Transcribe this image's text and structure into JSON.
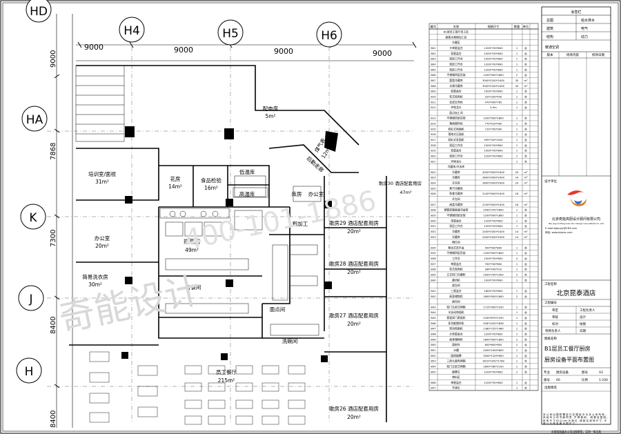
{
  "grid": {
    "top_labels": [
      "HD",
      "H4",
      "H5",
      "H6"
    ],
    "left_labels": [
      "HA",
      "K",
      "J",
      "H"
    ],
    "top_dims": [
      "9000",
      "9000",
      "9000",
      "9000"
    ],
    "left_dims": [
      "9000",
      "7868",
      "7300",
      "8400",
      "8400"
    ]
  },
  "rooms": [
    {
      "name": "培训室/面视",
      "area": "31m²"
    },
    {
      "name": "办公室",
      "area": "20m²"
    },
    {
      "name": "简易洗衣房",
      "area": "30m²"
    },
    {
      "name": "花房",
      "area": "14m²"
    },
    {
      "name": "食品检验",
      "area": "16m²"
    },
    {
      "name": "低温库",
      "area": ""
    },
    {
      "name": "高温库",
      "area": ""
    },
    {
      "name": "配电房",
      "area": "5m²"
    },
    {
      "name": "煤气表",
      "area": "12m²"
    },
    {
      "name": "后勤走廊",
      "area": ""
    },
    {
      "name": "库房",
      "area": ""
    },
    {
      "name": "办公室",
      "area": ""
    },
    {
      "name": "歌房30 酒店配套用房",
      "area": "47m²"
    },
    {
      "name": "歌房29 酒店配套用房",
      "area": "20m²"
    },
    {
      "name": "热烹间",
      "area": "49m²"
    },
    {
      "name": "粗加工",
      "area": ""
    },
    {
      "name": "歌房28 酒店配套用房",
      "area": "20m²"
    },
    {
      "name": "备餐间",
      "area": ""
    },
    {
      "name": "面点间",
      "area": ""
    },
    {
      "name": "歌房27 酒店配套用房",
      "area": "20m²"
    },
    {
      "name": "洗碗间",
      "area": ""
    },
    {
      "name": "员工餐厅",
      "area": "215m²"
    },
    {
      "name": "歌房26 酒店配套用房",
      "area": "20m²"
    }
  ],
  "watermark": {
    "text": "奇能设计",
    "phone": "400-101-1886"
  },
  "schedule": {
    "headers": [
      "编号",
      "名称",
      "规格尺寸",
      "数量",
      "单位"
    ],
    "rows": [
      [
        "",
        "B1层员工餐厅员工区",
        "",
        "",
        ""
      ],
      [
        "",
        "蔬菜水果粗加工区",
        "",
        "",
        ""
      ],
      [
        "",
        "冷藏区",
        "",
        "",
        ""
      ],
      [
        "B01",
        "大单星盆台",
        "1200*700*800",
        "1",
        "台"
      ],
      [
        "B02",
        "双星盆台",
        "1500*700*800",
        "1",
        "台"
      ],
      [
        "B03",
        "双层工作台",
        "1500*700*800",
        "1",
        "台"
      ],
      [
        "B04",
        "双层工作台",
        "1200*700*800",
        "1",
        "台"
      ],
      [
        "B05",
        "双层工作台",
        "1200*700*800",
        "1",
        "台"
      ],
      [
        "B06",
        "不锈钢四层货架",
        "1200*500*1800",
        "2",
        "台"
      ],
      [
        "B07",
        "蔬菜冷藏库",
        "3000*2200*2400",
        "30",
        "m³"
      ],
      [
        "B08",
        "水果冷藏库",
        "3000*2200*2400",
        "30",
        "m³"
      ],
      [
        "B09",
        "双星盆台",
        "1500*700*800",
        "1",
        "台"
      ],
      [
        "B10",
        "柱式绞肉机",
        "220*320*430",
        "1",
        "台"
      ],
      [
        "B11",
        "去皮去壳机",
        "470*490*765",
        "1",
        "台"
      ],
      [
        "B12",
        "冲地龙头",
        "4.5m",
        "1",
        "台"
      ],
      [
        "",
        "面点加工间",
        "",
        "",
        ""
      ],
      [
        "B13",
        "不锈钢四层货架",
        "1200*500*1800",
        "1",
        "台"
      ],
      [
        "B14",
        "落地搅拌机",
        "770*510*900",
        "1",
        "台"
      ],
      [
        "B15",
        "双缸式和面机",
        "710*700*900",
        "1",
        "台"
      ],
      [
        "B16",
        "落地式压面机",
        "",
        "1",
        "台"
      ],
      [
        "B17",
        "双缸式发面机",
        "590*700*1500",
        "1",
        "台"
      ],
      [
        "B18",
        "双层工作台",
        "1500*700*800",
        "1",
        "台"
      ],
      [
        "B19",
        "双星盆台",
        "1500*700*800",
        "1",
        "台"
      ],
      [
        "B20",
        "双层工作台",
        "1200*700*800",
        "1",
        "台"
      ],
      [
        "B21",
        "冲地龙头",
        "",
        "1",
        "台"
      ],
      [
        "",
        "冷藏库/冷冻库",
        "",
        "",
        ""
      ],
      [
        "B22",
        "冷藏库",
        "4000*3000*2400",
        "29",
        "m³"
      ],
      [
        "B23",
        "冷藏库",
        "3600*3000*2400",
        "24",
        "m³"
      ],
      [
        "B24",
        "冷冻库",
        "3600*3000*2400",
        "24",
        "m³"
      ],
      [
        "B25",
        "蒸汽冷藏库",
        "",
        "",
        ""
      ],
      [
        "B26",
        "熟食冷藏库",
        "2100*3000*2400",
        "18",
        "m³"
      ],
      [
        "",
        "开包间",
        "",
        "",
        ""
      ],
      [
        "B27",
        "肉类冷藏库",
        "2100*3000*2400",
        "18",
        "m³"
      ],
      [
        "B28",
        "钢管双端高速冲盆架",
        "2500*370*1600",
        "1",
        "台"
      ],
      [
        "B29",
        "不锈钢四层货架",
        "1200*500*1800",
        "1",
        "台"
      ],
      [
        "B30",
        "单星盆台",
        "1200*700*800",
        "1",
        "台"
      ],
      [
        "B31",
        "双层工作台",
        "1500*700*800",
        "1",
        "台"
      ],
      [
        "B32",
        "冷藏库",
        "2400*2000*2400",
        "14",
        "m³"
      ],
      [
        "B33",
        "冷藏库",
        "2400*2000*2400",
        "14",
        "m³"
      ],
      [
        "",
        "摊位间",
        "",
        "",
        ""
      ],
      [
        "B34",
        "移动式洗手盆",
        "500*500*800",
        "1",
        "台"
      ],
      [
        "B35",
        "不锈钢四层货架",
        "1200*500*1800",
        "1",
        "台"
      ],
      [
        "B36",
        "工作台",
        "1500*700*800",
        "4",
        "台"
      ],
      [
        "B37",
        "单星盆台",
        "700*700*800",
        "1",
        "台"
      ],
      [
        "B38",
        "柱式绞肉机",
        "284*430*510",
        "1",
        "台"
      ],
      [
        "B39",
        "立式四门冷藏柜",
        "1000*700*1900",
        "2",
        "台"
      ],
      [
        "B40",
        "蔬切机",
        "1000*700*800",
        "1",
        "台"
      ],
      [
        "",
        "面包间",
        "",
        "",
        ""
      ],
      [
        "B41",
        "三星盆台",
        "1800*700*800",
        "1",
        "台"
      ],
      [
        "B42",
        "高身储物柜",
        "1800*500*1800",
        "2",
        "台"
      ],
      [
        "",
        "面包间",
        "",
        "",
        ""
      ],
      [
        "B43",
        "双门五层式烤箱",
        "1715*900*2330",
        "1",
        "台"
      ],
      [
        "B44",
        "半自动和面机",
        "",
        "1",
        "台"
      ],
      [
        "B45",
        "蒸饭双门蒸饭机",
        "2430*870*2330",
        "1",
        "台"
      ],
      [
        "B46",
        "多功能搅拌机",
        "928*1025*1836",
        "1",
        "台"
      ],
      [
        "B47",
        "双动和面机",
        "1380*725*1480",
        "1",
        "台"
      ],
      [
        "B48",
        "大单星盆台",
        "1200*700*800",
        "1",
        "台"
      ],
      [
        "B49",
        "高身储物柜",
        "1800*500*1800",
        "2",
        "台"
      ],
      [
        "B50",
        "面粉车",
        "600*600*800",
        "2",
        "台"
      ],
      [
        "B51",
        "水槽",
        "2000*1000*800",
        "1",
        "台"
      ],
      [
        "B52",
        "面网烟罩",
        "3000*1200*600",
        "1",
        "台"
      ],
      [
        "B53",
        "三层九盘电烤箱",
        "1615*1052*1780",
        "1",
        "台"
      ],
      [
        "B54",
        "双门五层式烤箱",
        "1600*780*2100",
        "1",
        "台"
      ],
      [
        "B55",
        "烟罩车",
        "1200*700*800",
        "1",
        "台"
      ],
      [
        "",
        "物料区",
        "",
        "",
        ""
      ],
      [
        "B56",
        "单星盆台",
        "1200*700*800",
        "1",
        "台"
      ],
      [
        "B57",
        "烹调车",
        "",
        "1",
        "台"
      ]
    ]
  },
  "title_block": {
    "sign_title": "会签栏",
    "sign_rows": [
      [
        "总图",
        "给水排水"
      ],
      [
        "建筑",
        "电气"
      ],
      [
        "结构",
        "动力"
      ]
    ],
    "stamp_label": "暖通空调",
    "rev_headers": [
      "版本",
      "修改内容",
      "修改日期"
    ],
    "design_unit_label": "设计单位",
    "company_cn": "北京奇能高厨设计顾问有限公司",
    "company_en": "Bei Jing Qi Neng Gao Chu Design Consultants Co.,Ltd",
    "company_email": "E-mail:bjqnypy@163.com",
    "company_web": "网址: www.bjqnsc.com",
    "project_name_label": "工程名称",
    "project_name": "北京昆泰酒店",
    "project_no_label": "工程编号",
    "role_rows": [
      [
        "审定",
        "工程负责人"
      ],
      [
        "审核",
        "设计"
      ],
      [
        "校对",
        "绘图"
      ],
      [
        "项目负责人",
        "日期"
      ]
    ],
    "drawing_name_label": "图纸名称",
    "drawing_name_1": "B1层员工餐厅厨房",
    "drawing_name_2": "厨房设备平面布置图",
    "meta_rows": [
      [
        "专业",
        "厨房设备",
        "图号",
        "A2"
      ],
      [
        "版号",
        "00",
        "比例",
        "1:100"
      ]
    ],
    "print_stamp_label": "出图章签",
    "notes": "本 公 司 出 图 签 署 权 已 在 图 纸 中 为 本 公 司 所 有 。 未 经 本 公 司 书 面 同 意 , 不 得 使 用 、 转 载 及 复 制 。 所 有 尺 寸 均 以 mm 为 单 位 , 请 核 实 现 场 尺 寸 , 不 得 以 比 例 量 度 本 图 尺 寸 。",
    "footer_note": "本图须加盖本公司出图章签，否则一律无效"
  }
}
